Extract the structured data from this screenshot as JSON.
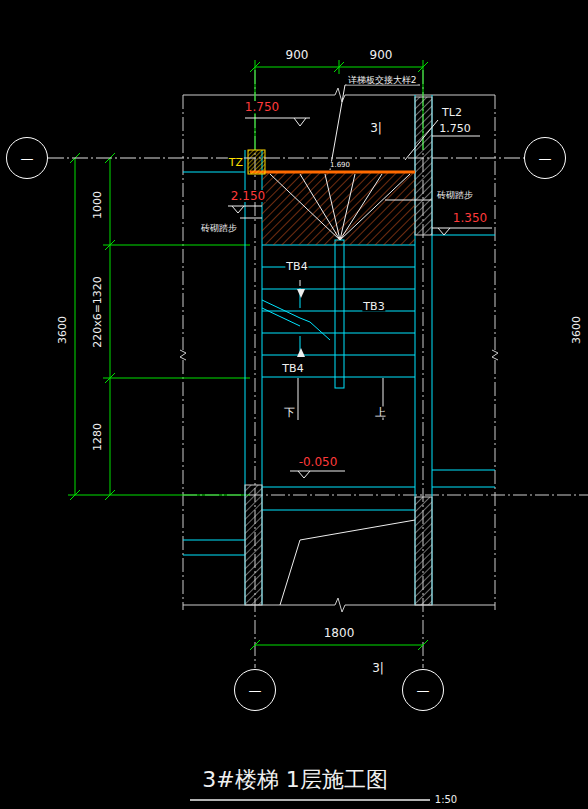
{
  "diagram": {
    "title": "3#楼梯 1层施工图",
    "nodes": [
      {
        "text": [
          "—"
        ]
      },
      {
        "text": [
          "—"
        ]
      },
      {
        "text": [
          "—"
        ]
      },
      {
        "text": [
          "—"
        ]
      }
    ],
    "edges": [
      {
        "from": 0,
        "to": 1,
        "arrow": "none"
      }
    ],
    "labels": [
      "900",
      "900",
      "详梯板交接大样2",
      "1.750",
      "TZ",
      "3|",
      "TL2",
      "1.750",
      "1.690",
      "2.150",
      "砖砌踏步",
      "砖砌踏步",
      "1.350",
      "TB4",
      "TB3",
      "TB4",
      "下",
      "上",
      "-0.050",
      "1000",
      "220x6=1320",
      "1280",
      "3600",
      "3600",
      "1800",
      "3|",
      "1:50"
    ]
  }
}
